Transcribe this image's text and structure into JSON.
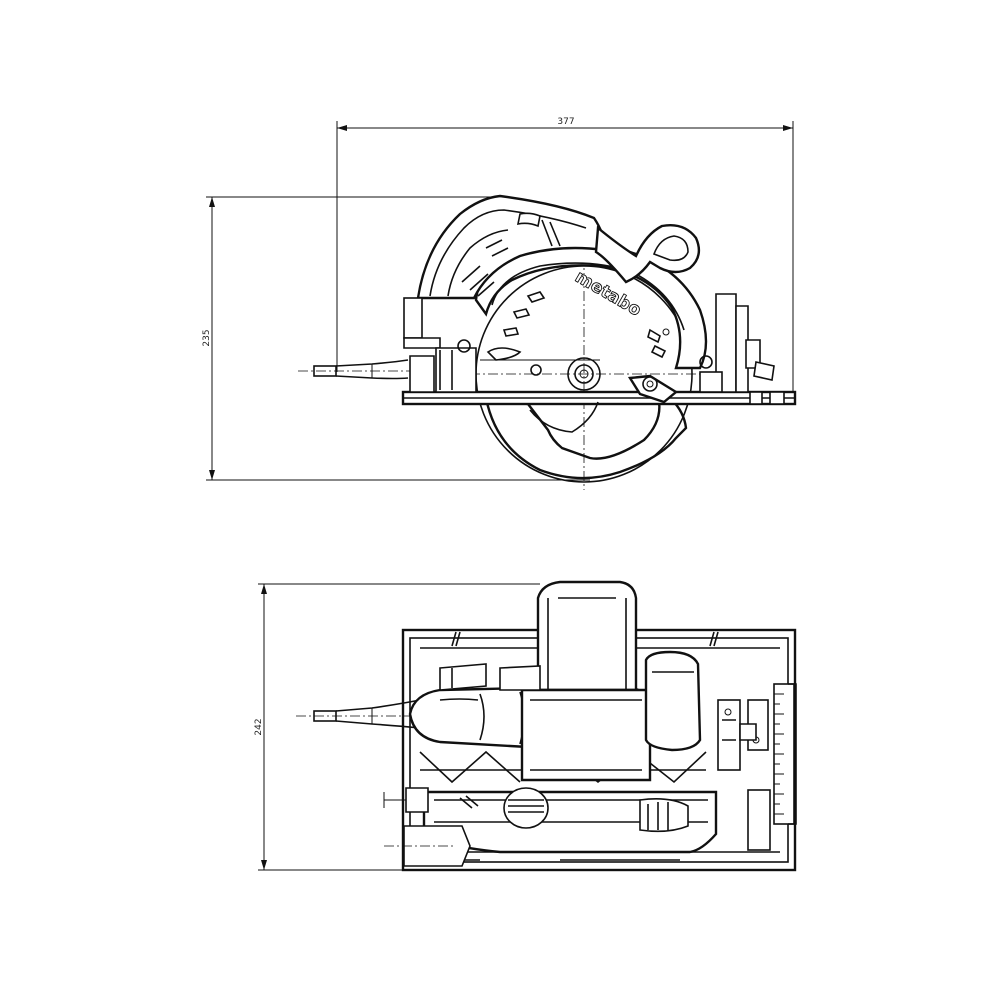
{
  "dimensions": {
    "length": "377",
    "height": "235",
    "width": "242"
  },
  "brand_logo": "metabo",
  "line_color": "#111111",
  "background": "#ffffff"
}
